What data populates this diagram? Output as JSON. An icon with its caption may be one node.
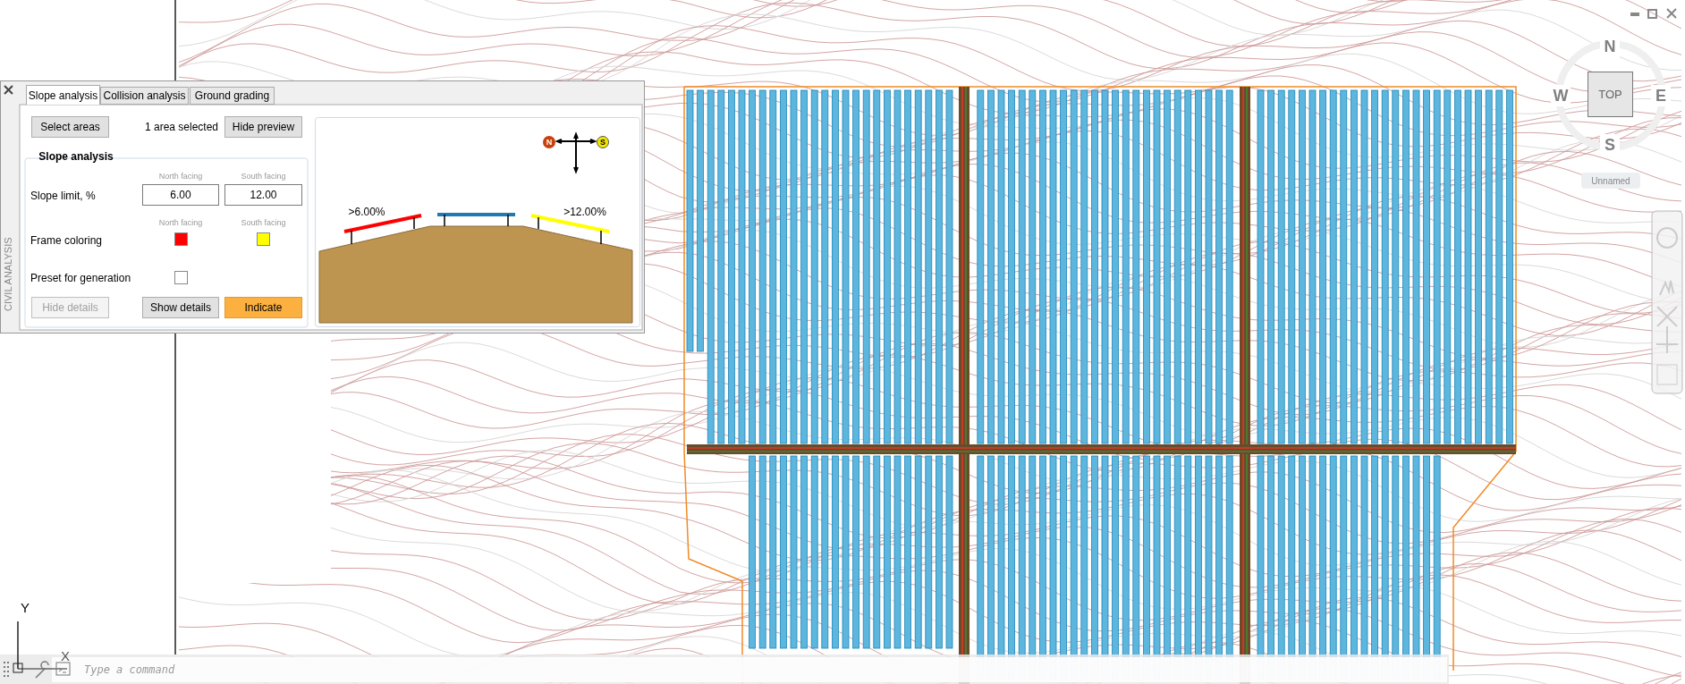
{
  "diagram": {
    "labels": [
      "CIVIL ANALYSIS",
      "Slope analysis",
      "Collision analysis",
      "Ground grading",
      "Select areas",
      "1 area selected",
      "Hide preview",
      "Slope analysis",
      "North facing",
      "South facing",
      "Slope limit, %",
      "6.00",
      "12.00",
      "North facing",
      "South facing",
      "Frame coloring",
      "Preset for generation",
      "Hide details",
      "Show details",
      "Indicate",
      "N",
      "S",
      ">6.00%",
      ">12.00%",
      "N",
      "W",
      "TOP",
      "E",
      "S",
      "Unnamed",
      "Y",
      "X",
      "Type a command"
    ]
  }
}
